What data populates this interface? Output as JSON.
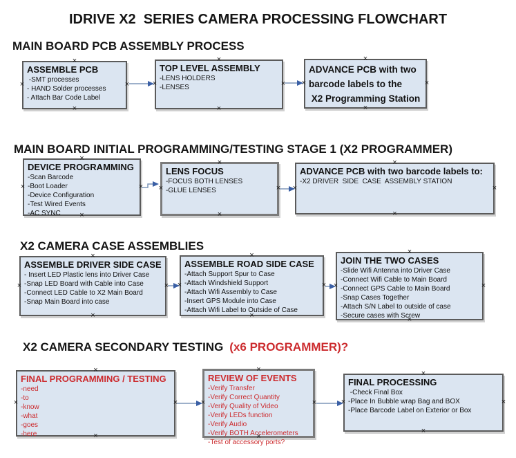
{
  "title": "IDRIVE X2  SERIES CAMERA PROCESSING FLOWCHART",
  "colors": {
    "box_fill": "#dbe5f1",
    "box_border": "#5a5a5a",
    "red": "#cc2b2e",
    "arrow_line": "#7d96b8",
    "arrow_head": "#3a5fa5"
  },
  "decor": {
    "connection_marker": "×"
  },
  "sections": [
    {
      "heading": "MAIN BOARD PCB ASSEMBLY PROCESS",
      "boxes": [
        {
          "title": "ASSEMBLE PCB",
          "items": [
            " -SMT processes",
            "- HAND Solder processes",
            "- Attach Bar Code Label"
          ]
        },
        {
          "title": "TOP LEVEL ASSEMBLY",
          "items": [
            "-LENS HOLDERS",
            "-LENSES"
          ]
        },
        {
          "title": "ADVANCE PCB with two\nbarcode labels to the\n X2 Programming Station",
          "items": []
        }
      ]
    },
    {
      "heading": "MAIN BOARD INITIAL PROGRAMMING/TESTING STAGE 1 (X2 PROGRAMMER)",
      "boxes": [
        {
          "title": "DEVICE PROGRAMMING",
          "items": [
            "-Scan Barcode",
            "-Boot Loader",
            "-Device Configuration",
            "-Test Wired Events",
            "-AC SYNC"
          ]
        },
        {
          "title": "LENS FOCUS",
          "items": [
            "-FOCUS BOTH LENSES",
            "-GLUE LENSES"
          ]
        },
        {
          "title": "ADVANCE PCB with two barcode labels to:",
          "items": [
            "-X2 DRIVER  SIDE  CASE  ASSEMBLY STATION"
          ]
        }
      ]
    },
    {
      "heading": "X2 CAMERA CASE ASSEMBLIES",
      "boxes": [
        {
          "title": "ASSEMBLE DRIVER SIDE CASE",
          "items": [
            "- Insert LED Plastic lens into Driver Case",
            "-Snap LED Board with Cable into Case",
            "-Connect LED Cable to X2 Main Board",
            "-Snap Main Board into case"
          ]
        },
        {
          "title": "ASSEMBLE ROAD SIDE CASE",
          "items": [
            "-Attach Support Spur to Case",
            "-Attach Windshield Support",
            "-Attach Wifi Assembly to Case",
            "-Insert GPS Module into Case",
            "-Attach Wifi Label to Outside of Case"
          ]
        },
        {
          "title": "JOIN THE TWO CASES",
          "items": [
            "-Slide Wifi Antenna into Driver Case",
            "-Connect Wifi Cable to Main Board",
            "-Connect GPS Cable to Main Board",
            "-Snap Cases Together",
            "-Attach S/N Label to outside of case",
            "-Secure cases with Screw"
          ]
        }
      ]
    },
    {
      "heading_black": "X2 CAMERA SECONDARY TESTING",
      "heading_red": "(x6 PROGRAMMER)?",
      "boxes": [
        {
          "title": "FINAL PROGRAMMING / TESTING",
          "items": [
            "-need",
            "-to",
            "-know",
            "-what",
            "-goes",
            "-here"
          ]
        },
        {
          "title": "REVIEW OF EVENTS",
          "items": [
            "-Verify Transfer",
            "-Verify Correct Quantity",
            "-Verify Quality of Video",
            "-Verify LEDs function",
            "-Verify Audio",
            "-Verify BOTH Accelerometers",
            "-Test of accessory ports?"
          ]
        },
        {
          "title": "FINAL PROCESSING",
          "items": [
            " -Check Final Box",
            "-Place In Bubble wrap Bag and BOX",
            "-Place Barcode Label on Exterior or Box"
          ]
        }
      ]
    }
  ]
}
